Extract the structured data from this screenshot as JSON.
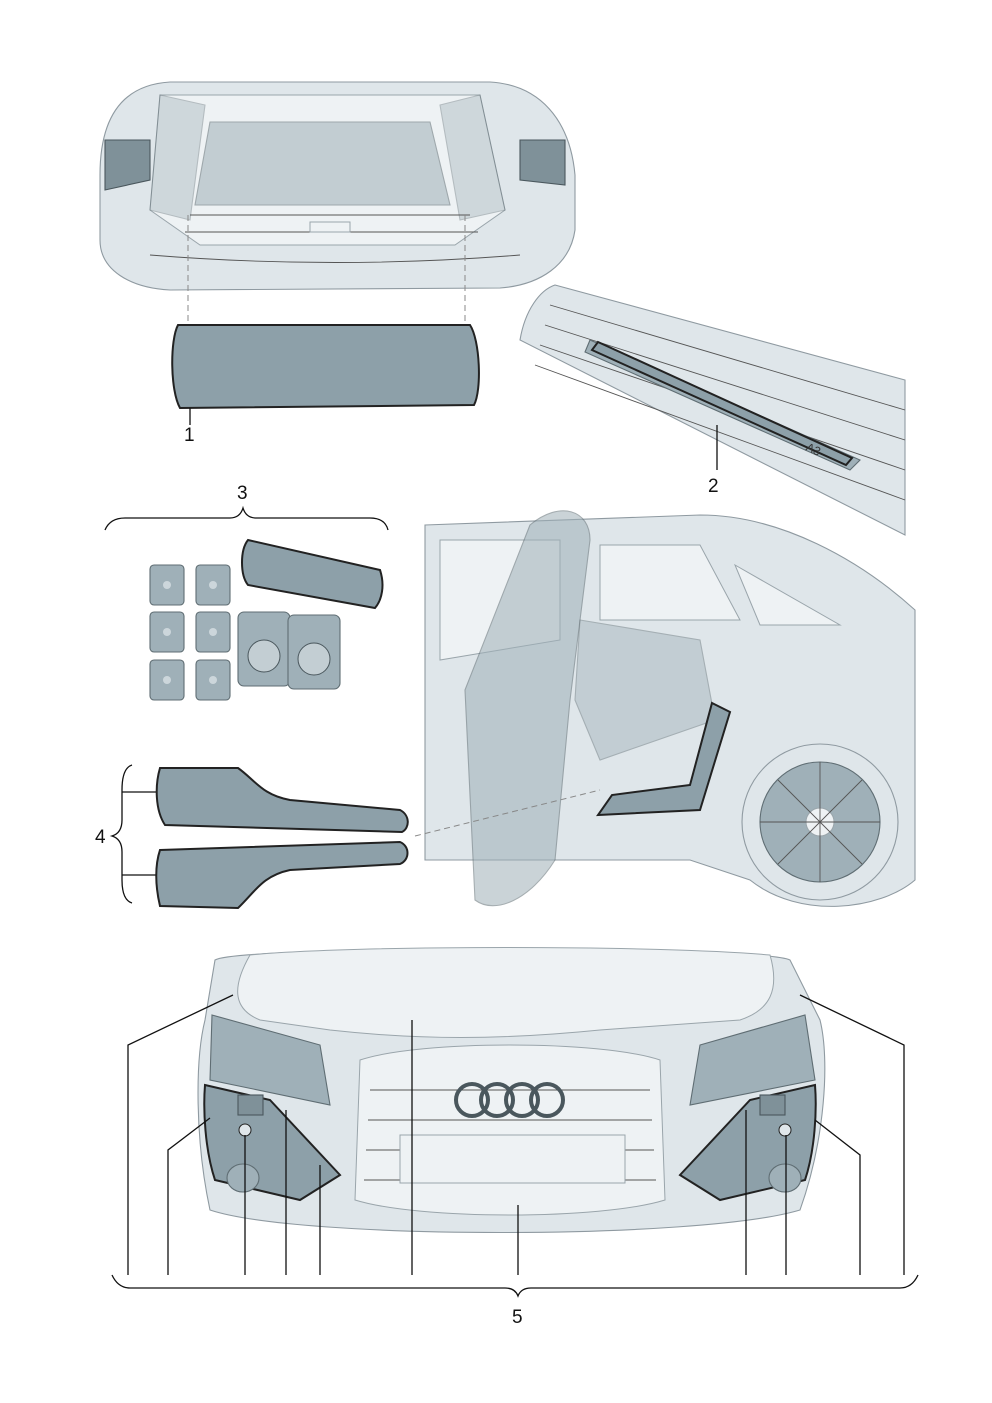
{
  "callouts": {
    "c1": "1",
    "c2": "2",
    "c3": "3",
    "c4": "4",
    "c5": "5"
  },
  "colors": {
    "background": "#ffffff",
    "body_shading": "#dfe6ea",
    "protective_film": "#8da0a9",
    "line": "#111111"
  },
  "icons": [
    "audi-rings-logo",
    "wheel-rim",
    "plate-mark-a3"
  ],
  "sill_plate_mark": "A3"
}
